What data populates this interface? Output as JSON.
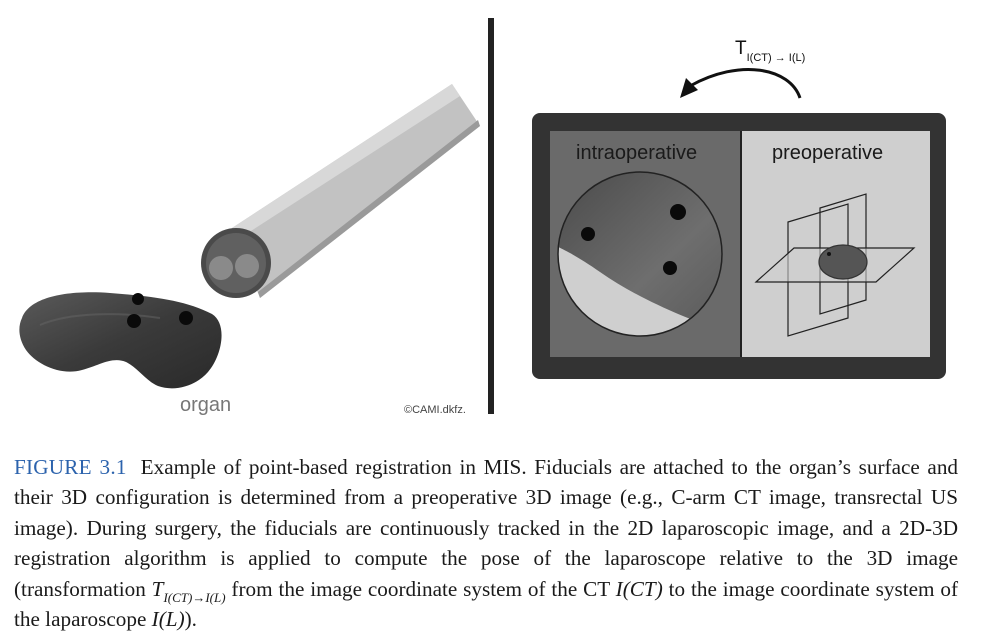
{
  "figure": {
    "organ_label": "organ",
    "copyright": "©CAMI.dkfz.",
    "intraoperative_label": "intraoperative",
    "preoperative_label": "preoperative",
    "transform_T": "T",
    "transform_sub": "I(CT) → I(L)"
  },
  "caption": {
    "label": "FIGURE 3.1",
    "part1": "Example of point-based registration in MIS. Fiducials are attached to the organ’s surface and their 3D configuration is determined from a preoperative 3D image (e.g., C-arm CT image, transrectal US image). During surgery, the fiducials are continuously tracked in the 2D laparoscopic image, and a 2D-3D registration algorithm is applied to compute the pose of the laparoscope relative to the 3D image (transformation ",
    "T_symbol": "T",
    "T_sub": "I(CT)→I(L)",
    "part2": " from the image coordinate system of the CT ",
    "ict": "I(CT)",
    "part3": " to the image coordinate system of the laparoscope ",
    "il": "I(L)",
    "part4": ")."
  }
}
